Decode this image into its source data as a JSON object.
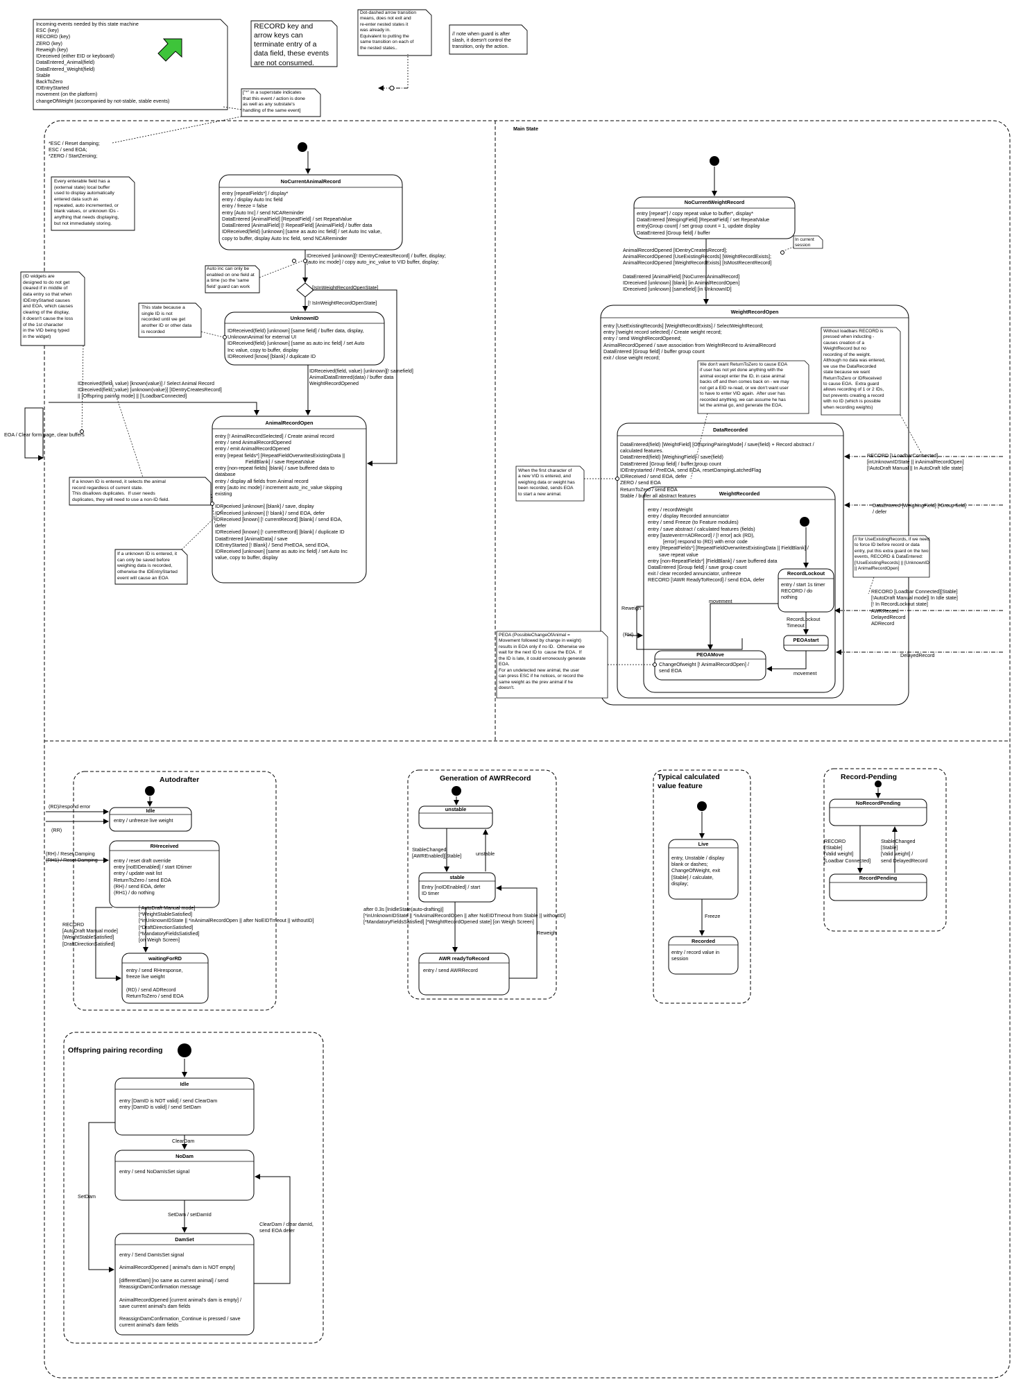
{
  "notes": {
    "events": "Incoming events needed by this state machine\nESC (key)\nRECORD (key)\nZERO (key)\nReweigh (key)\nIDreceived (either EID or keyboard)\nDataEntered_Animal(field)\nDataEntered_Weight(field)\nStable\nBackToZero\nIDEntryStarted\nmovement (on the platform)\nchangeOfWeight (accompanied by not-stable, stable events)",
    "record_keys": "RECORD key and\narrow keys can\nterminate entry of a\ndata field, these events\nare not consumed.",
    "dot_dashed": "Dot-dashed arrow transition\nmeans, does not exit and\nre-enter nested states it\nwas already in.\nEquivalent to putting the\nsame transition on each of\nthe nested states..",
    "guard": "// note when guard is after\nslash, it doesn't control the\ntransition, only the action.",
    "superstate": "[\"*\" in a superstate indicates\nthat this event / action is done\nas well as any substate's\nhandling of the same event]",
    "buffer": "Every enterable field has a\n(external state) local buffer\nused to display automatically\nentered data such as\nrepeated, auto incremented, or\nblank values, or unknown IDs -\nanything that needs displaying,\nbut not immediately storing.",
    "id_widgets": "(ID widgets are\ndesigned to do not get\ncleared if in middle of\ndata entry so that when\nIDEntryStarted causes\nand EOA, which causes\nclearing of the display,\nit doesn't cause the loss\nof the 1st character\nin the VID being typed\nin the widget)",
    "autoinc": "Auto inc can only be\nenabled on one field at\na time (so the 'same\nfield' guard can work",
    "single_id": "This state because a\nsingle ID is not\nrecorded until we get\nanother ID or other data\nis recorded",
    "known_id": "If a known ID is entered, it selects the animal\nrecord regardless of current state.\nThis disallows duplicates.  If user needs\nduplicates, they will need to use a non-ID field.",
    "unknown_id": "If a unknown ID is entered, it\ncan only be saved before\nweighing data is recorded,\notherwise the IDEntryStarted\nevent will cause an EOA",
    "return_to_zero": "We don't want ReturnToZero to cause EOA\nif user has not yet done anything with the\nanimal except enter the ID, in case animal\nbacks off and then comes back on - we may\nnot get a EID re-read, or we don't want user\nto have to enter VID again.  After user has\nrecorded anything, we can assume he has\nlet the animal go, and generate the EOA.",
    "loadbars": "Without loadbars RECORD is\npressed when inducting -\ncauses creation of a\nWeightRecord but no\nrecording of the weight.\nAlthough no data was entered,\nwe use the DataRecorded\nstate because we want\nReturnToZero or IDReceived\nto cause EOA.  Extra guard\nallows recording of 1 or 2 IDs,\nbut prevents creating a record\nwith no ID (which is possible\nwhen recording weights)",
    "first_char": "When the first character of\na new VID is entered, and\nweighing data or weight has\nbeen recorded, sends EOA\nto start a new animal.",
    "use_existing": "// for UseExistingRecords, if we need\nto force ID before record or data\nentry, put this extra guard on the two\nevents, RECORD & DataEntered:\n[!UseExistingRecords] || [UnknownID\n|| AnimalRecordOpen]",
    "peoa": "PEOA (PossibleChangeOfAnimal =\nMovement followed by change in weight)\nresults in EOA only if no ID.  Otherwise we\nwait for the next ID to  cause the EOA.  If\nthe ID is late, it could erroneously generate\nEOA.\nFor an undetected new animal, the user\ncan press ESC if he notices, or record the\nsame weight as the prev animal if he\ndoesn't.",
    "in_current": "In current\nsession"
  },
  "main_state": {
    "title": "Main State",
    "super_actions": "*ESC / Reset damping;\nESC / send EOA;\n*ZERO / StartZeroing;"
  },
  "states": {
    "nocurrent_animal": {
      "name": "NoCurrentAnimalRecord",
      "body": "entry [repeatFields*] / display*\nentry / display Auto Inc field\nentry / freeze = false\nentry [Auto Inc] / send NCAReminder\nDataEntered [AnimalField] [RepeatField] / set RepeatValue\nDataEntered [AnimalField] [! RepeatField] [AnimalField] / buffer data\nIDReceived(field) [unknown] [same as auto inc field] / set Auto Inc value,\ncopy to buffer, display Auto Inc field, send NCAReminder"
    },
    "unknown_id": {
      "name": "UnknownID",
      "body": "IDReceived(field) [unknown] [same field] / buffer data, display,\nUnknownAnimal for external UI\nIDReceived(field) [unknown] [same as auto inc field] / set Auto\nInc value, copy to buffer, display\nIDReceived [know] [blank] / duplicate ID"
    },
    "animal_open": {
      "name": "AnimalRecordOpen",
      "body": "entry [! AnimalRecordSelected] / Create animal record\nentry / send AnimalRecordOpened\nentry / emit AnimalRecordOpened\nentry [repeat fields*] [RepeatFieldOverwritesExistingData ||\n                      FieldBlank] / save RepeatValue\nentry [non-repeat fields] [blank] / save buffered data to\ndatabase\nentry / display all fields from Animal record\nentry [auto inc mode] / increment auto_inc_value skipping\nexisting\n\nIDReceived [unknown] [blank] / save, display\nIDReceived [unknown] [! blank] / send EOA, defer\nIDReceived [known] [! currentRecord] [blank] / send EOA,\ndefer\nIDReceived [known] [! currentRecord] [blank] / duplicate ID\nDataEntered [AnimalData] / save\nIDEntryStarted [! Blank] / Send PreEOA, send EOA,\nIDReceived [unknown] [same as auto inc field] / set Auto Inc\nvalue, copy to buffer, display"
    },
    "nocurrent_weight": {
      "name": "NoCurrentWeightRecord",
      "body": "entry [repeat*] / copy repeat value to buffer*, display*\nDataEntered [WeigingField] [RepeatField] / set RepeatValue\nentry[Group count] / set group count = 1, update display\nDataEntered [Group field] / buffer"
    },
    "weight_open": {
      "name": "WeightRecordOpen",
      "body": "entry [UseExistingRecords] [WeightRecordExists] / SelectWeightRecord;\nentry [!weight record selected] / Create weight record;\nentry / send WeightRecordOpened;\nAnimalRecordOpened / save association from WeightRecord to AnimalRecord\nDataEntered [Group field] / buffer group count\nexit / close weight record;"
    },
    "data_recorded": {
      "name": "DataRecorded",
      "body": "DataEntered(field) [WeightField] [OffspringPairingMode] / save(field) + Record abstract /\ncalculated features.\nDataEntered(field) [WeighingField] / save(field)\nDataEntered [Group field] / buffer group count\nIDEntrystarted / PreEOA, send EOA, resetDampingLatchedFlag\nIDReceived / send EOA, defer\nZERO / send EOA\nReturnToZero / send EOA\nStable / buffer all abstract features"
    },
    "weight_recorded": {
      "name": "WeightRecorded",
      "body": "entry / recordWeight\nentry / display Recorded annunciator\nentry / send Freeze (to Feature modules)\nentry / save abstract / calculated features (fields)\nentry [lastevent==ADRecord] / [! error] ack (RD),\n           [error] respond to (RD) with error code\nentry [RepeatFields*] [RepeatFieldOverwritesExistingData || FieldBlank] /\n        save repeat value\nentry [non-RepeatFields*] [FieldBlank] / save buffered data\nDataEntered [Group field] / save group count\nexit / clear recorded annunciator, unfreeze\nRECORD [!AWR ReadyToRecord] / send EOA, defer"
    },
    "record_lockout": {
      "name": "RecordLockout",
      "body": "entry / start 1s timer\nRECORD / do\nnothing"
    },
    "peoa_start": {
      "name": "PEOAstart",
      "body": ""
    },
    "peoa_move": {
      "name": "PEOAMove",
      "body": "ChangeOfweight [! AnimalRecordOpen] /\nsend EOA"
    },
    "idle_ad": {
      "name": "Idle",
      "body": "entry / unfreeze live weight"
    },
    "rh_received": {
      "name": "RHreceived",
      "body": "entry / reset draft override\nentry [noEIDenabled] / start IDtimer\nentry / update wait list\nReturnToZero / send EOA\n(RH) / send EOA, defer\n(RH1) / do nothing"
    },
    "waiting_rd": {
      "name": "waitingForRD",
      "body": "entry / send RHresponse,\nfreeze live weight\n\n(RD) / send ADRecord\nReturnToZero / send EOA"
    },
    "unstable": {
      "name": "unstable",
      "body": ""
    },
    "stable": {
      "name": "stable",
      "body": "Entry [noIDEnabled] / start\nID timer"
    },
    "awr_ready": {
      "name": "AWR readyToRecord",
      "body": "entry / send AWRRecord"
    },
    "live": {
      "name": "Live",
      "body": "entry, Unstable / display\nblank or dashes;\nChangeOfWeight, exit\n[Stable] / calculate,\ndisplay;"
    },
    "recorded": {
      "name": "Recorded",
      "body": "entry / record value in\nsession"
    },
    "no_record_pending": {
      "name": "NoRecordPending",
      "body": ""
    },
    "record_pending": {
      "name": "RecordPending",
      "body": ""
    },
    "idle_off": {
      "name": "Idle",
      "body": "entry [DamID is NOT valid] / send ClearDam\nentry [DamID is valid] / send SetDam"
    },
    "nodam": {
      "name": "NoDam",
      "body": "entry / send NoDamIsSet signal"
    },
    "damset": {
      "name": "DamSet",
      "body": "entry / Send DamIsSet signal\n\nAnimalRecordOpened [ animal's dam is NOT empty]\n\n[differentDam] [no same as current animal] / send\nReassignDamConfirmation message\n\nAnimalRecordOpened [current animal's dam is empty] /\nsave current animal's dam fields\n\nReassignDamConfirmation_Continue is pressed / save\ncurrent animal's dam fields"
    }
  },
  "regions": {
    "autodrafter": "Autodrafter",
    "generation": "Generation of AWRRecord",
    "typical": "Typical calculated\nvalue feature",
    "record_pending": "Record-Pending",
    "offspring": "Offspring pairing recording"
  },
  "transitions": {
    "nca_to_choice": "IDreceived [unknown][! IDentryCreatesRecord] / buffer, display;\n[auto inc mode] / copy auto_inc_value to VID buffer, display;",
    "is_in_weight": "[IsInWeightRecordOpenState]",
    "not_in_weight": "[! IsInWeightRecordOpenState]",
    "unknown_to_open": "IDReceived(field, value) [unknown][! samefield]\nAnimalDataEntered(data) / buffer data\nWeightRecordOpened",
    "known_select": "IDreceived(field, value) [known(value)] / Select Animal Record\nIDreceived(field, value) [unknown(value)] [IDentryCreatesRecord]\n|| [Offspring pairing mode] || [!LoadbarConnected]",
    "eoa_clear": "EOA / Clear form page, clear buffers",
    "ncw_to_wro": "AnimalRecordOpened [IDentryCreatesRecord];\nAnimalRecordOpened [UseExistingRecords] [WeightRecordExists];\nAnimalRecordOpened [WeightRecordExists] [IsMostRecentRecord]",
    "ncw_to_wro2": "DataEntered [AnimalField] [NoCurrentAnimalRecord]\nIDreceived [unknown] [blank] [in AnimalRecordOpen]\nIDreceived [unknown] [samefield] [in UnknownID]",
    "record_loadbar": "RECORD [! LoadbarConnected]\n[inUnknownIDState || inAnimalRecordOpen]\n[!AutoDraft Manual || In AutoDraft Idle state]",
    "data_entered_weighing": "DataEntered [WeighingField] [!Group field]\n/ defer",
    "record_stable": "RECORD [Loadbar Connected][Stable]\n[!AutoDraft Manual mode]| In Idle state]\n[! In RecordLockout state]\nAWRRecord\nDelayedRecord\nADRecord",
    "delayed_record": "DelayedRecord",
    "reweigh": "Reweigh",
    "rh": "(RH)",
    "movement": "movement",
    "movement2": "movement",
    "lockout_timeout": "RecordLockout\nTimeout",
    "rd_respond": "(RD)/respond error",
    "rr": "(RR)",
    "rh_reset": "(RH) / Reset Damping\n(RH1) / Reset Damping",
    "record_ad": "RECORD\n[AutoDraft Manual mode]\n[WeightStableSatisfied]\n[DraftDirectionSatisfied]",
    "ad_guards": "[ AutoDraft Manual mode]\n[*WeightStableSatisfied]\n[*inUnknownIDState || *inAnimalRecordOpen || after NoEIDTmeout || withoutID]\n[*DraftDirectionSatisfied]\n[*MandatoryFieldsSatisfied]\n[on Weigh Screen]",
    "stable_changed": "StableChanged\n[AWREnabled][Stable]",
    "unstable_lbl": "unstable",
    "after_03": "after 0.3s [InIdleState(auto-drafting)]\n[*inUnknownIDState || *inAnimalRecordOpen || after NoEIDTmeout from Stable || withoutID]\n[*MandatoryFieldsSatisfied] [*WeightRecordOpened state] [on Weigh Screen]",
    "reweigh2": "Reweigh",
    "freeze": "Freeze",
    "rp_record": "RECORD\n[!Stable]\n[Valid weight]\n[Loadbar Connected]",
    "rp_stable": "StableChanged\n[Stable]\n[Valid weight] /\nsend DelayedRecord",
    "clear_dam": "ClearDam",
    "set_dam": "SetDam",
    "set_dam_id": "SetDam / setDamId",
    "clear_dam_id": "ClearDam / clear damId,\nsend EOA defer"
  }
}
